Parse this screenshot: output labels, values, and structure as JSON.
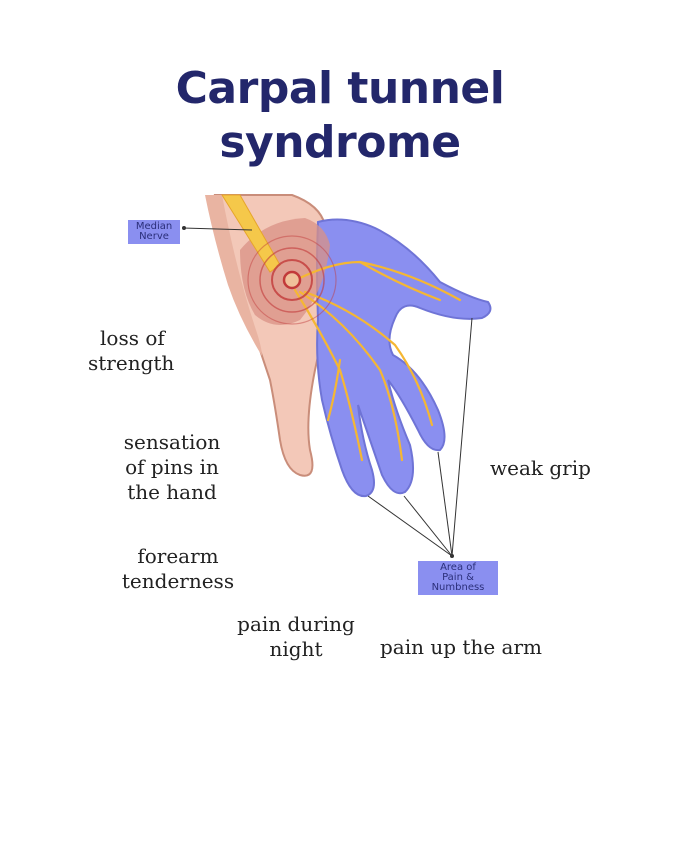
{
  "title": {
    "line1": "Carpal tunnel",
    "line2": "syndrome"
  },
  "tags": {
    "median_nerve": {
      "line1": "Median",
      "line2": "Nerve"
    },
    "area": {
      "line1": "Area of",
      "line2": "Pain &",
      "line3": "Numbness"
    }
  },
  "symptoms": {
    "loss_of_strength": {
      "line1": "loss of",
      "line2": "strength"
    },
    "pins": {
      "line1": "sensation",
      "line2": "of pins in",
      "line3": "the hand"
    },
    "forearm": {
      "line1": "forearm",
      "line2": "tenderness"
    },
    "pain_night": {
      "line1": "pain during",
      "line2": "night"
    },
    "weak_grip": {
      "line1": "weak grip"
    },
    "pain_arm": {
      "line1": "pain up the arm"
    }
  },
  "colors": {
    "title": "#23276b",
    "numb_area": "#8a8ff0",
    "skin": "#f3c8b8",
    "nerve": "#f5b733"
  }
}
